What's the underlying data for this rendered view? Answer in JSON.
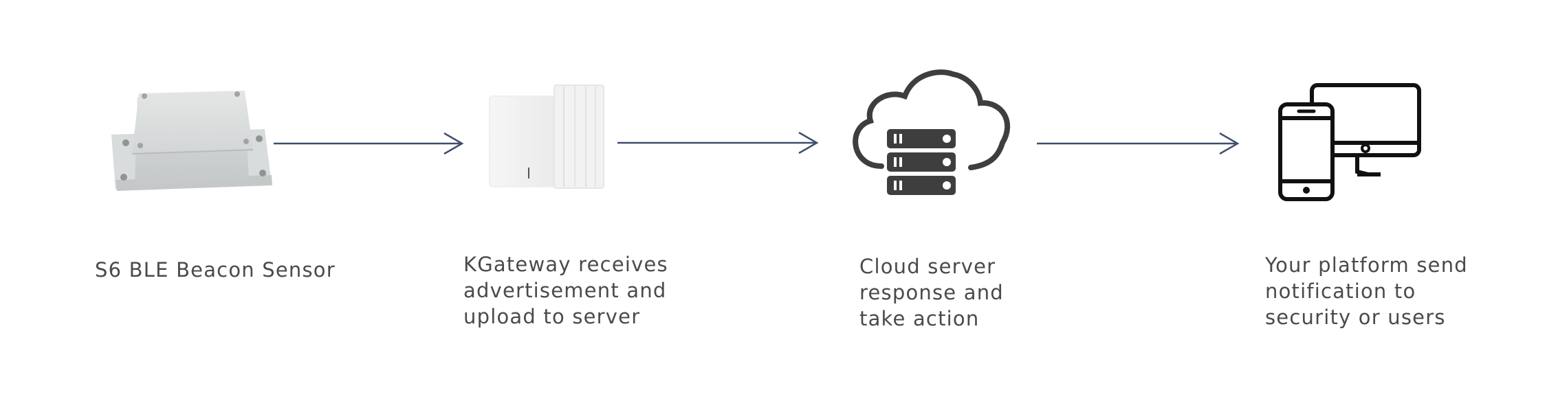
{
  "colors": {
    "arrow": "#3f4e6b",
    "icon": "#3e3e3e",
    "text": "#4a4a4a"
  },
  "steps": [
    {
      "icon": "beacon-sensor-box",
      "caption": [
        "S6 BLE Beacon Sensor"
      ]
    },
    {
      "icon": "gateway-device",
      "caption": [
        "KGateway receives",
        "advertisement and",
        "upload to server"
      ]
    },
    {
      "icon": "cloud-server",
      "caption": [
        "Cloud server",
        "response and",
        "take action"
      ]
    },
    {
      "icon": "phone-and-monitor",
      "caption": [
        "Your platform send",
        "notification to",
        "security or users"
      ]
    }
  ]
}
